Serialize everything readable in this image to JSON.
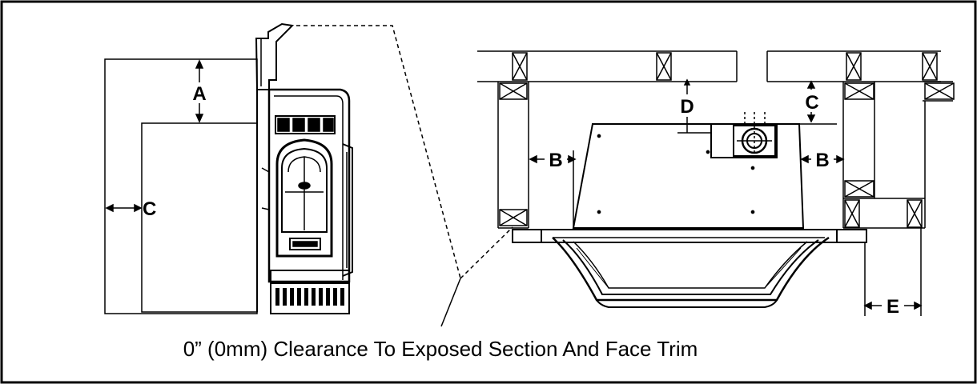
{
  "labels": {
    "a": "A",
    "b_left": "B",
    "b_right": "B",
    "c_side": "C",
    "c_top": "C",
    "d": "D",
    "e": "E"
  },
  "caption": "0” (0mm) Clearance To Exposed Section And Face Trim",
  "colors": {
    "line": "#000000",
    "background": "#ffffff"
  }
}
